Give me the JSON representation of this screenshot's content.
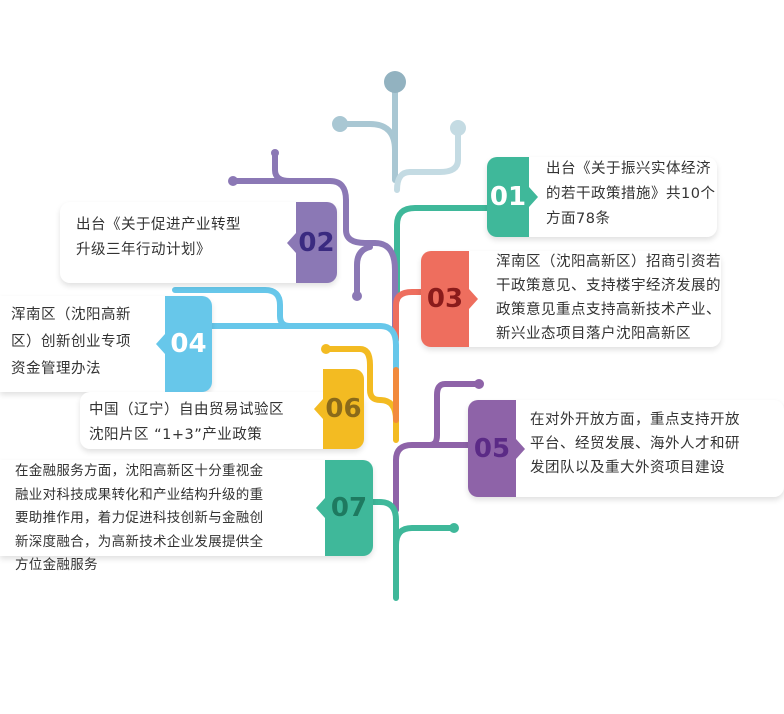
{
  "colors": {
    "green": "#3fb89a",
    "purple": "#8b78b5",
    "red": "#ee6e5e",
    "blue": "#67c7ea",
    "violet": "#8e63a8",
    "yellow": "#f3bb22",
    "trunk": "#a9c7d3"
  },
  "items": [
    {
      "num": "01",
      "lines": [
        "出台《关于振兴实体经济",
        "的若干政策措施》共10个",
        "方面78条"
      ]
    },
    {
      "num": "02",
      "lines": [
        "出台《关于促进产业转型",
        "升级三年行动计划》"
      ]
    },
    {
      "num": "03",
      "lines": [
        "浑南区（沈阳高新区）招商引资若",
        "干政策意见、支持楼宇经济发展的",
        "政策意见重点支持高新技术产业、",
        "新兴业态项目落户沈阳高新区"
      ]
    },
    {
      "num": "04",
      "lines": [
        "浑南区（沈阳高新",
        "区）创新创业专项",
        "资金管理办法"
      ]
    },
    {
      "num": "05",
      "lines": [
        "在对外开放方面，重点支持开放",
        "平台、经贸发展、海外人才和研",
        "发团队以及重大外资项目建设"
      ]
    },
    {
      "num": "06",
      "lines": [
        "中国（辽宁）自由贸易试验区",
        "沈阳片区 “1+3”产业政策"
      ]
    },
    {
      "num": "07",
      "lines": [
        "在金融服务方面，沈阳高新区十分重视金",
        "融业对科技成果转化和产业结构升级的重",
        "要助推作用，着力促进科技创新与金融创",
        "新深度融合，为高新技术企业发展提供全",
        "方位金融服务"
      ]
    }
  ]
}
